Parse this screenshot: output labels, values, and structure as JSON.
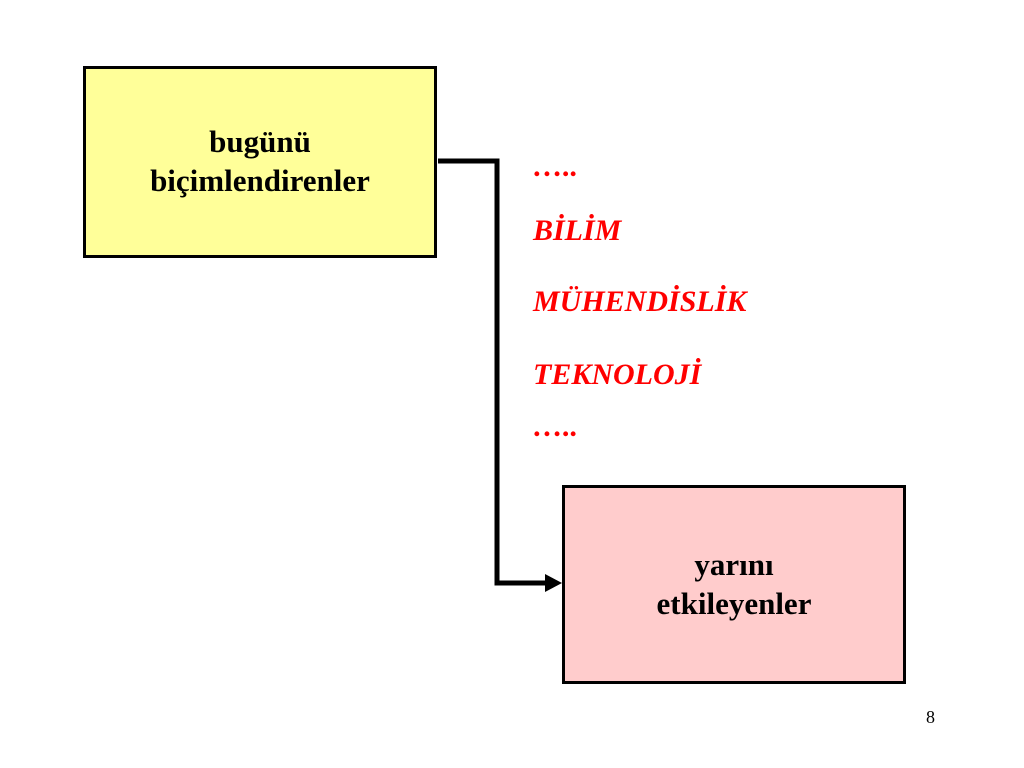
{
  "diagram": {
    "source_box": {
      "lines": [
        "bugünü",
        "biçimlendirenler"
      ],
      "fill": "#ffff99"
    },
    "target_box": {
      "lines": [
        "yarını",
        "etkileyenler"
      ],
      "fill": "#ffcccc"
    },
    "keywords": [
      "…..",
      "BİLİM",
      "MÜHENDİSLİK",
      "TEKNOLOJİ",
      "….."
    ],
    "keyword_color": "#ff0000",
    "connector_color": "#000000"
  },
  "page_number": "8"
}
